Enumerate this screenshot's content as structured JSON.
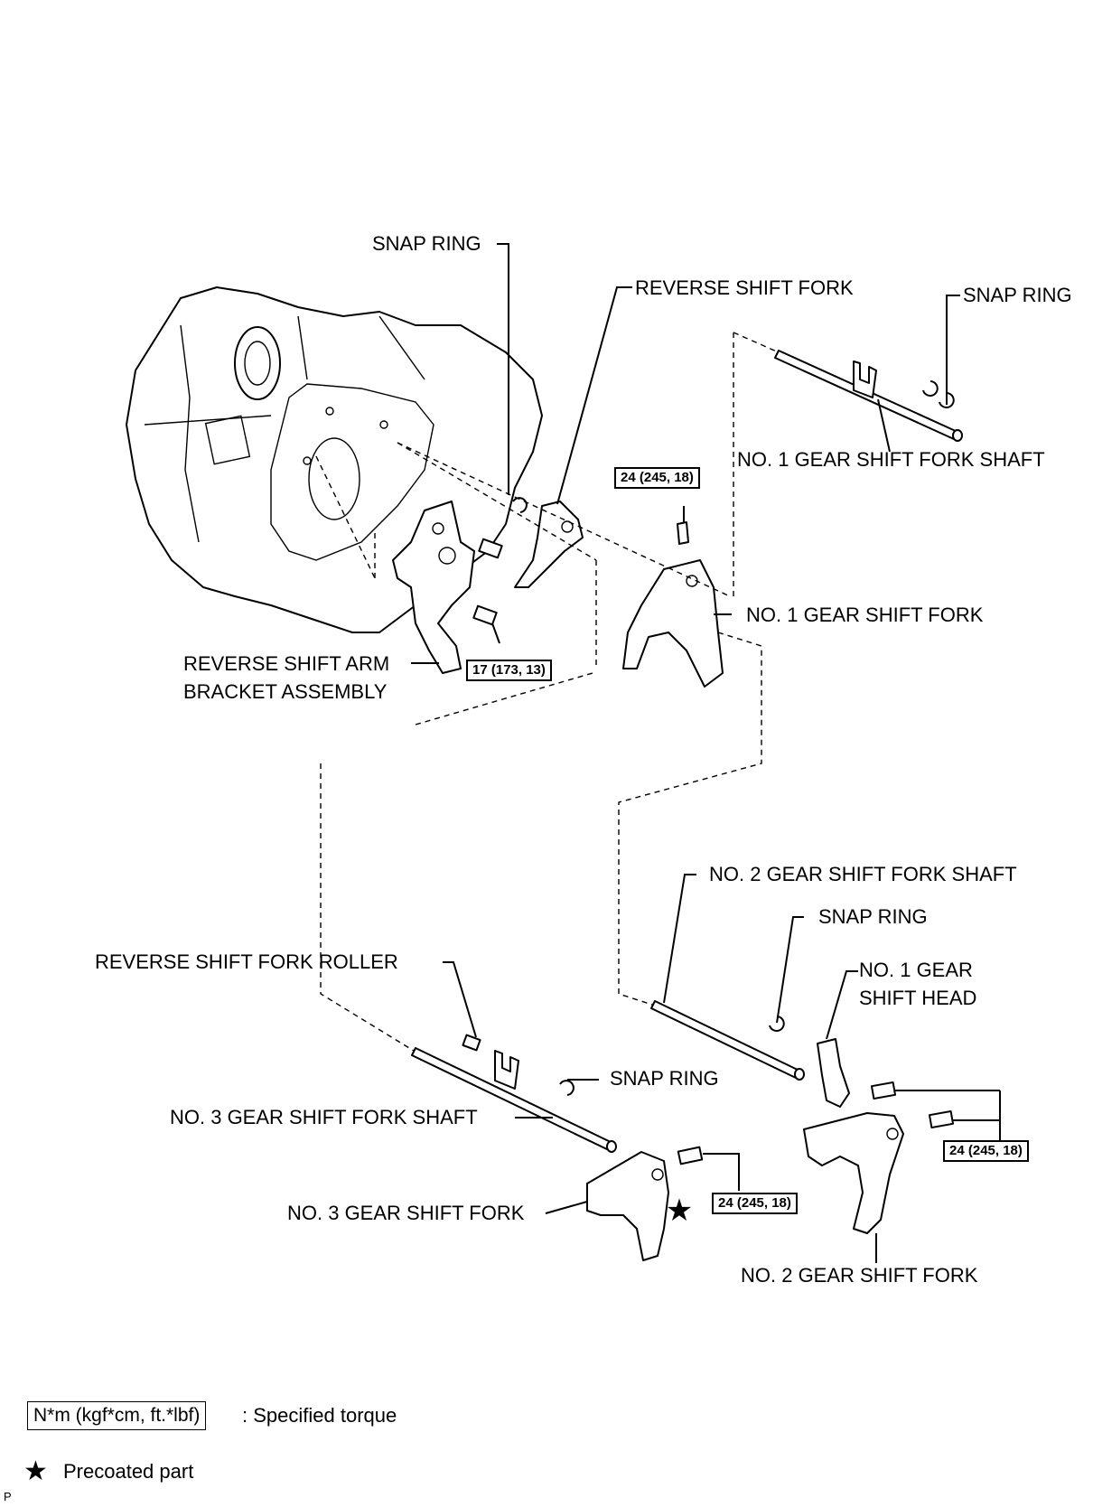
{
  "labels": {
    "snap_ring_top": "SNAP RING",
    "reverse_shift_fork": "REVERSE SHIFT FORK",
    "snap_ring_right": "SNAP RING",
    "no1_fork_shaft": "NO. 1 GEAR SHIFT FORK SHAFT",
    "no1_fork": "NO. 1 GEAR SHIFT FORK",
    "reverse_arm_line1": "REVERSE SHIFT ARM",
    "reverse_arm_line2": "BRACKET ASSEMBLY",
    "no2_fork_shaft": "NO. 2 GEAR SHIFT FORK SHAFT",
    "snap_ring_mid": "SNAP RING",
    "no1_head_line1": "NO. 1 GEAR",
    "no1_head_line2": "SHIFT HEAD",
    "reverse_roller": "REVERSE SHIFT FORK ROLLER",
    "snap_ring_low": "SNAP RING",
    "no3_fork_shaft": "NO. 3 GEAR SHIFT FORK SHAFT",
    "no3_fork": "NO. 3 GEAR SHIFT FORK",
    "no2_fork": "NO. 2 GEAR SHIFT FORK"
  },
  "torques": {
    "no1_fork_bolt": "24 (245, 18)",
    "arm_bracket_bolt": "17 (173, 13)",
    "no3_fork_bolt": "24 (245, 18)",
    "shift_head_bolts": "24 (245, 18)"
  },
  "legend": {
    "torque_units": "N*m (kgf*cm, ft.*lbf)",
    "torque_desc": ": Specified torque",
    "star_symbol": "★",
    "star_desc": "Precoated part",
    "corner_mark": "P"
  }
}
